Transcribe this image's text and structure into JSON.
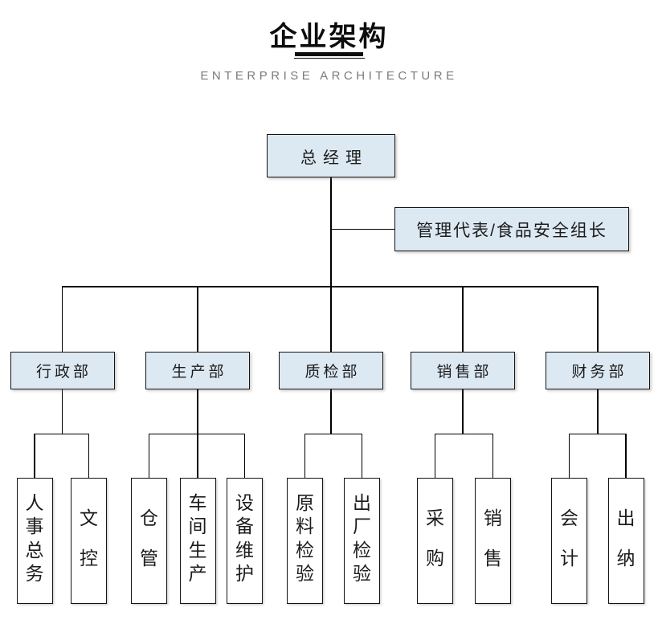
{
  "header": {
    "title": "企业架构",
    "subtitle": "ENTERPRISE ARCHITECTURE"
  },
  "org": {
    "root": {
      "label": "总经理"
    },
    "staff": {
      "label": "管理代表/食品安全组长"
    },
    "departments": [
      {
        "label": "行政部",
        "children": [
          {
            "label": "人事总务"
          },
          {
            "label": "文控"
          }
        ]
      },
      {
        "label": "生产部",
        "children": [
          {
            "label": "仓管"
          },
          {
            "label": "车间生产"
          },
          {
            "label": "设备维护"
          }
        ]
      },
      {
        "label": "质检部",
        "children": [
          {
            "label": "原料检验"
          },
          {
            "label": "出厂检验"
          }
        ]
      },
      {
        "label": "销售部",
        "children": [
          {
            "label": "采购"
          },
          {
            "label": "销售"
          }
        ]
      },
      {
        "label": "财务部",
        "children": [
          {
            "label": "会计"
          },
          {
            "label": "出纳"
          }
        ]
      }
    ]
  },
  "colors": {
    "node_fill": "#dce9f3",
    "node_border": "#141414",
    "connector_line": "#000000",
    "title_text": "#0d0d0d",
    "subtitle_text": "#7b7b7b",
    "background": "#ffffff"
  }
}
